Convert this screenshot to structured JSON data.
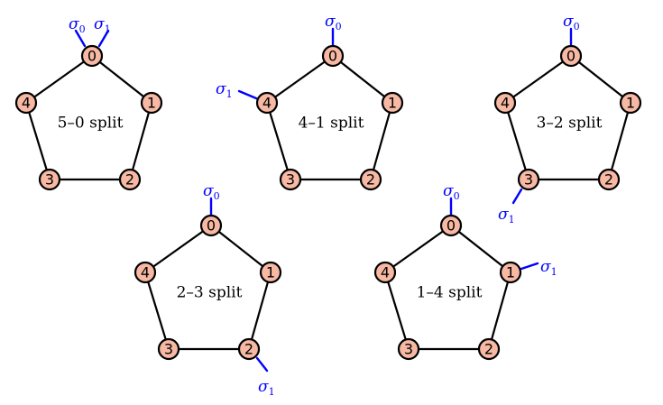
{
  "colors": {
    "node_fill": "#f7b9a3",
    "edge": "#000000",
    "leg": "#0000ff"
  },
  "sigma_symbol": "σ",
  "diagrams": [
    {
      "split_label": "5–0 split",
      "nodes": [
        "0",
        "1",
        "2",
        "3",
        "4"
      ],
      "legs": [
        {
          "symbol": "σ",
          "subscript": "0",
          "attached_to": "0"
        },
        {
          "symbol": "σ",
          "subscript": "1",
          "attached_to": "0"
        }
      ]
    },
    {
      "split_label": "4–1 split",
      "nodes": [
        "0",
        "1",
        "2",
        "3",
        "4"
      ],
      "legs": [
        {
          "symbol": "σ",
          "subscript": "0",
          "attached_to": "0"
        },
        {
          "symbol": "σ",
          "subscript": "1",
          "attached_to": "4"
        }
      ]
    },
    {
      "split_label": "3–2 split",
      "nodes": [
        "0",
        "1",
        "2",
        "3",
        "4"
      ],
      "legs": [
        {
          "symbol": "σ",
          "subscript": "0",
          "attached_to": "0"
        },
        {
          "symbol": "σ",
          "subscript": "1",
          "attached_to": "3"
        }
      ]
    },
    {
      "split_label": "2–3 split",
      "nodes": [
        "0",
        "1",
        "2",
        "3",
        "4"
      ],
      "legs": [
        {
          "symbol": "σ",
          "subscript": "0",
          "attached_to": "0"
        },
        {
          "symbol": "σ",
          "subscript": "1",
          "attached_to": "2"
        }
      ]
    },
    {
      "split_label": "1–4 split",
      "nodes": [
        "0",
        "1",
        "2",
        "3",
        "4"
      ],
      "legs": [
        {
          "symbol": "σ",
          "subscript": "0",
          "attached_to": "0"
        },
        {
          "symbol": "σ",
          "subscript": "1",
          "attached_to": "1"
        }
      ]
    }
  ]
}
